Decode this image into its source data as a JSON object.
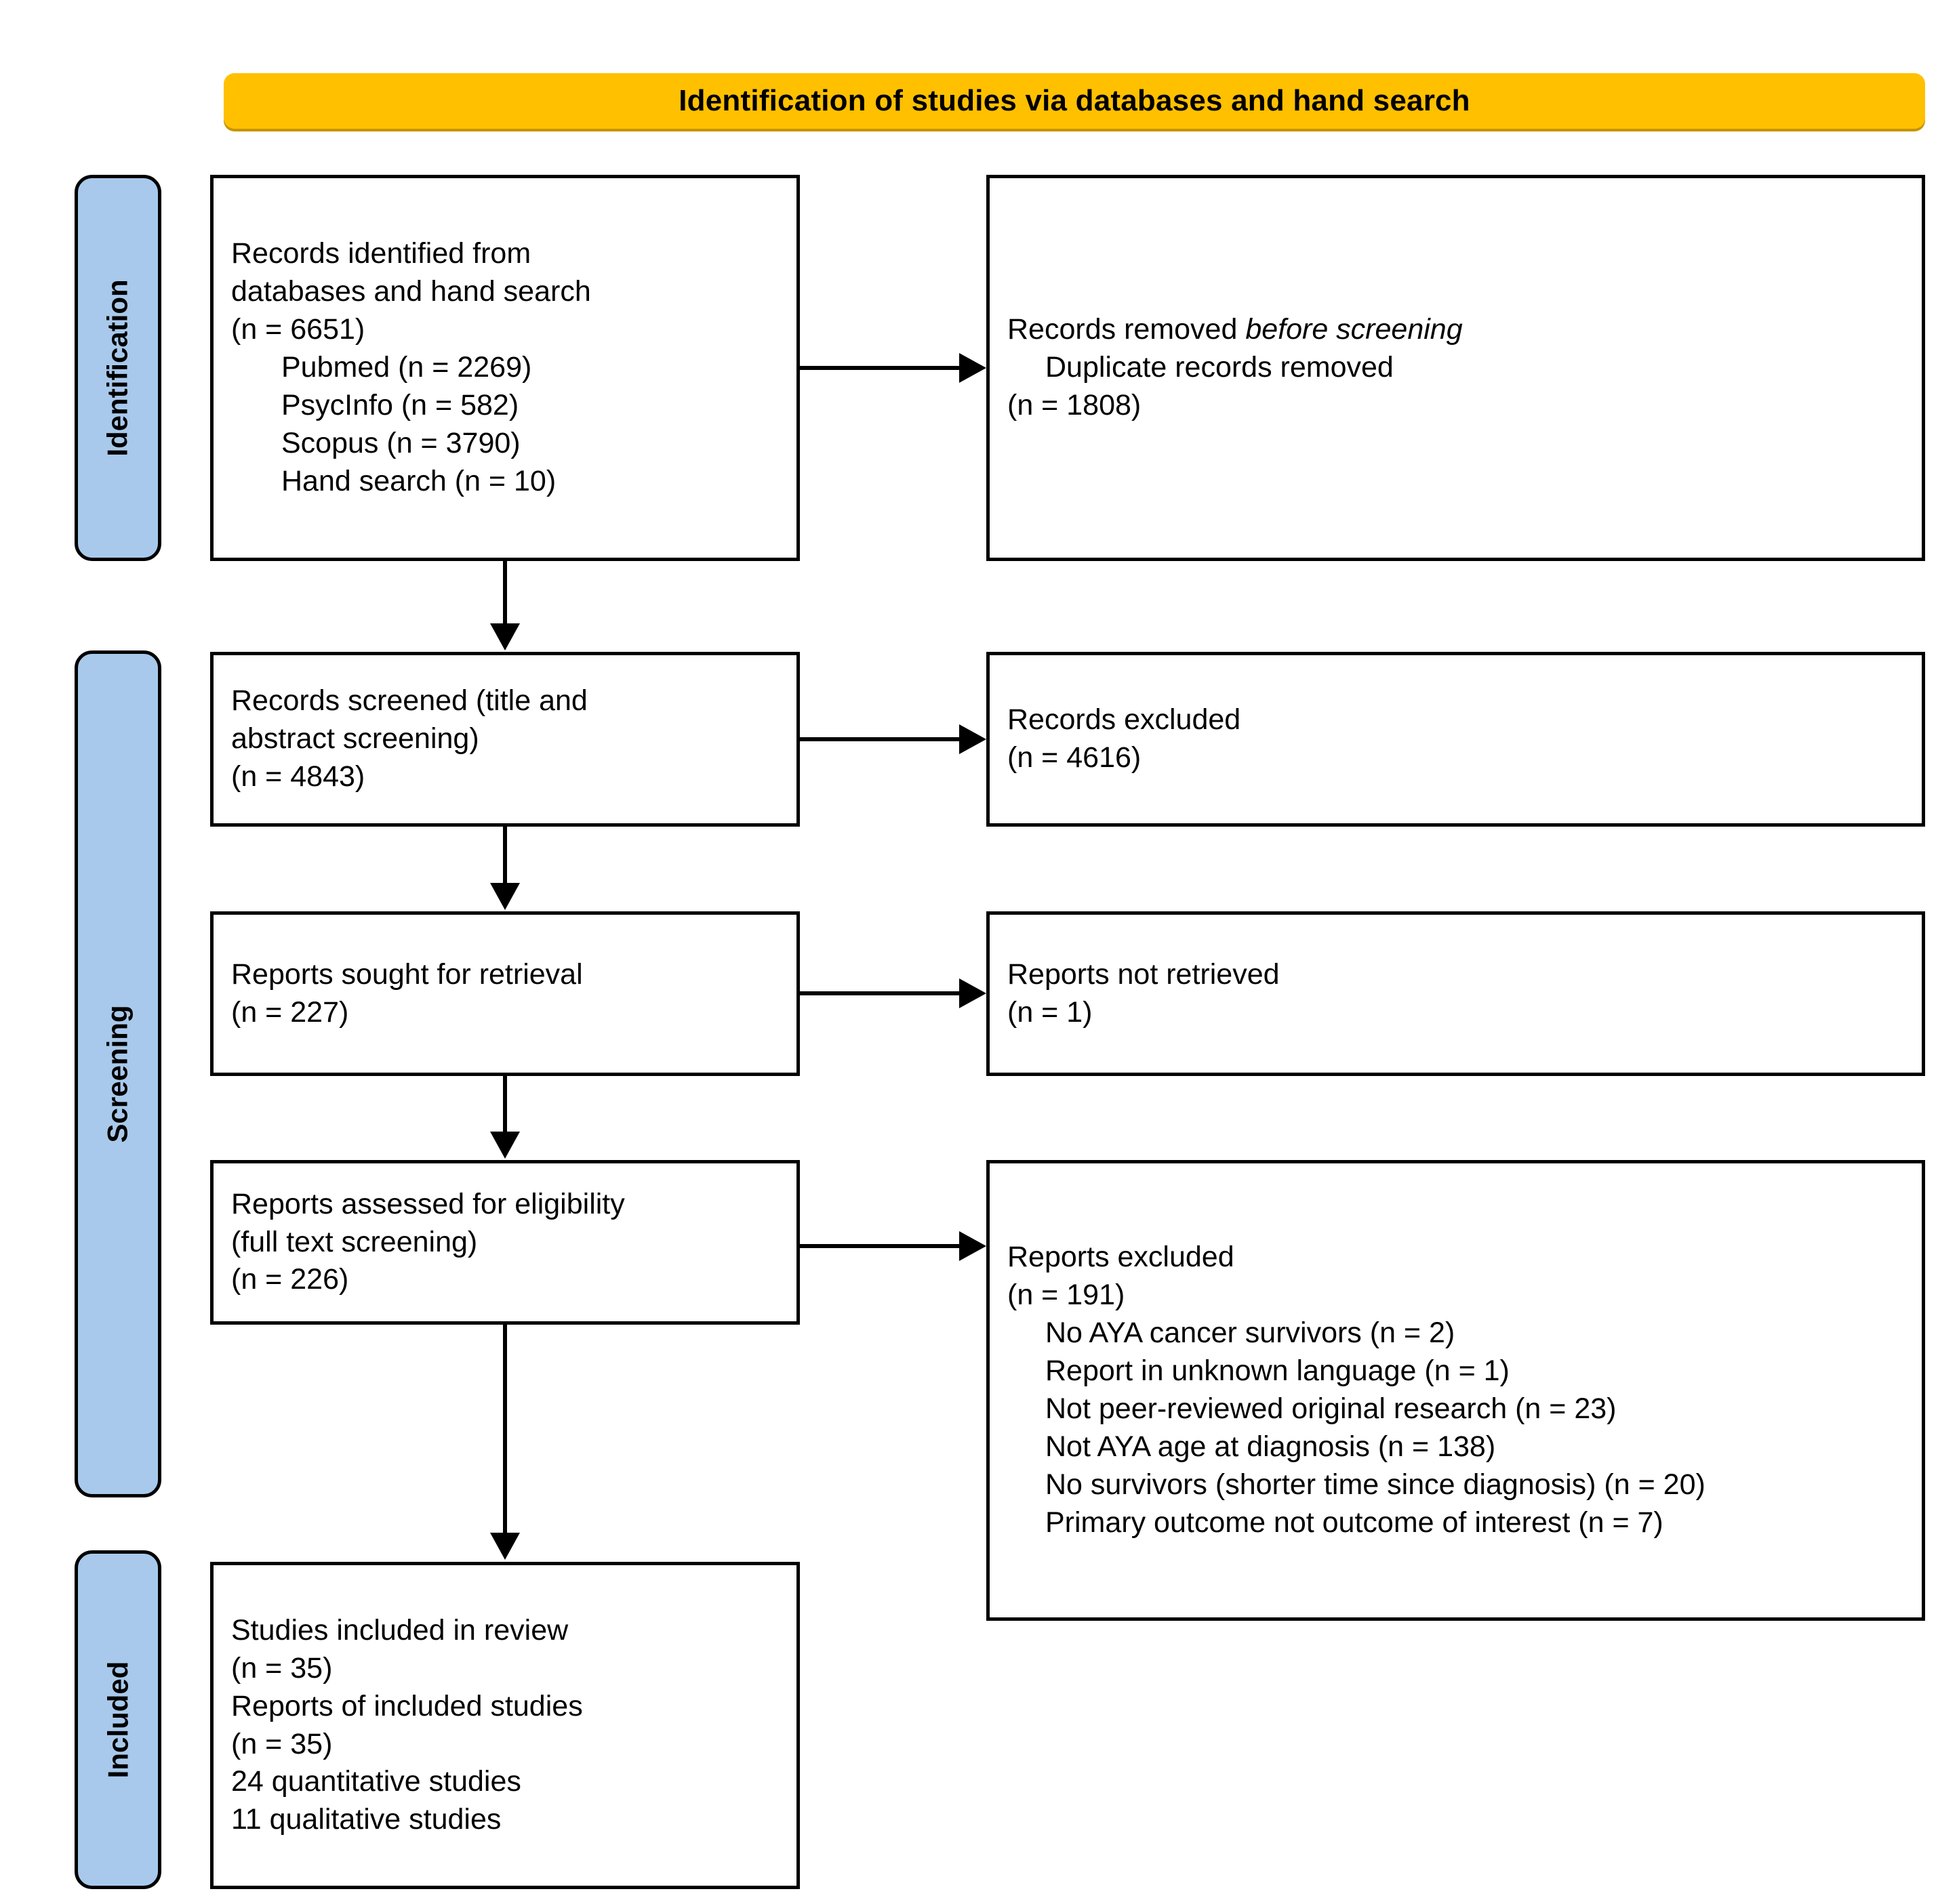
{
  "banner": {
    "title": "Identification of studies via databases and hand search",
    "color": "#FFC000"
  },
  "stages": {
    "identification": "Identification",
    "screening": "Screening",
    "included": "Included",
    "color": "#A8C9EB"
  },
  "boxes": {
    "records_identified": {
      "l1": "Records identified from",
      "l2": "databases and hand search",
      "l3": "(n = 6651)",
      "l4": "Pubmed (n = 2269)",
      "l5": "PsycInfo (n = 582)",
      "l6": "Scopus (n = 3790)",
      "l7": "Hand search (n = 10)"
    },
    "records_removed": {
      "l1a": "Records removed ",
      "l1b": "before screening",
      "l2": "Duplicate records removed",
      "l3": "(n = 1808)"
    },
    "records_screened": {
      "l1": "Records screened (title and",
      "l2": "abstract screening)",
      "l3": "(n = 4843)"
    },
    "records_excluded": {
      "l1": "Records excluded",
      "l2": "(n = 4616)"
    },
    "reports_sought": {
      "l1": "Reports sought for retrieval",
      "l2": "(n = 227)"
    },
    "reports_not_retrieved": {
      "l1": "Reports not retrieved",
      "l2": "(n = 1)"
    },
    "reports_assessed": {
      "l1": "Reports assessed for eligibility",
      "l2": "(full text screening)",
      "l3": "(n = 226)"
    },
    "reports_excluded": {
      "l1": "Reports excluded",
      "l2": "(n = 191)",
      "r1": "No AYA cancer survivors (n = 2)",
      "r2": "Report in unknown language (n = 1)",
      "r3": "Not peer-reviewed original research (n = 23)",
      "r4": "Not AYA age at diagnosis (n = 138)",
      "r5": "No survivors (shorter time since diagnosis) (n = 20)",
      "r6": "Primary outcome not outcome of interest (n = 7)"
    },
    "studies_included": {
      "l1": "Studies included in review",
      "l2": "(n = 35)",
      "l3": "Reports of included studies",
      "l4": "(n = 35)",
      "l5": "24 quantitative studies",
      "l6": "11 qualitative studies"
    }
  },
  "chart_data": {
    "type": "diagram",
    "title": "Identification of studies via databases and hand search",
    "nodes": [
      {
        "id": "records_identified",
        "stage": "Identification",
        "n": 6651,
        "breakdown": {
          "Pubmed": 2269,
          "PsycInfo": 582,
          "Scopus": 3790,
          "Hand search": 10
        }
      },
      {
        "id": "records_removed",
        "stage": "Identification",
        "n": 1808,
        "reason": "Duplicate records removed"
      },
      {
        "id": "records_screened",
        "stage": "Screening",
        "n": 4843
      },
      {
        "id": "records_excluded",
        "stage": "Screening",
        "n": 4616
      },
      {
        "id": "reports_sought",
        "stage": "Screening",
        "n": 227
      },
      {
        "id": "reports_not_retrieved",
        "stage": "Screening",
        "n": 1
      },
      {
        "id": "reports_assessed",
        "stage": "Screening",
        "n": 226
      },
      {
        "id": "reports_excluded",
        "stage": "Screening",
        "n": 191,
        "breakdown": {
          "No AYA cancer survivors": 2,
          "Report in unknown language": 1,
          "Not peer-reviewed original research": 23,
          "Not AYA age at diagnosis": 138,
          "No survivors (shorter time since diagnosis)": 20,
          "Primary outcome not outcome of interest": 7
        }
      },
      {
        "id": "studies_included",
        "stage": "Included",
        "studies": 35,
        "reports": 35,
        "quantitative": 24,
        "qualitative": 11
      }
    ],
    "edges": [
      {
        "from": "records_identified",
        "to": "records_removed"
      },
      {
        "from": "records_identified",
        "to": "records_screened"
      },
      {
        "from": "records_screened",
        "to": "records_excluded"
      },
      {
        "from": "records_screened",
        "to": "reports_sought"
      },
      {
        "from": "reports_sought",
        "to": "reports_not_retrieved"
      },
      {
        "from": "reports_sought",
        "to": "reports_assessed"
      },
      {
        "from": "reports_assessed",
        "to": "reports_excluded"
      },
      {
        "from": "reports_assessed",
        "to": "studies_included"
      }
    ]
  }
}
